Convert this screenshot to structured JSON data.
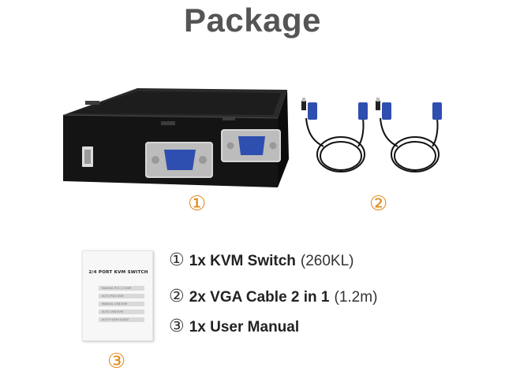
{
  "title": "Package",
  "markers": {
    "kvm": "①",
    "cables": "②",
    "manual": "③"
  },
  "manual_cover": {
    "title": "2/4 PORT KVM SWITCH",
    "lines": [
      "MANUAL PC1 / 2 KVM",
      "AUTO PS/2 KVM",
      "MANUAL USB KVM",
      "AUTO USB KVM",
      "AUTO+USB+AUDIO"
    ]
  },
  "items": [
    {
      "num": "①",
      "main": "1x KVM Switch",
      "extra": "(260KL)"
    },
    {
      "num": "②",
      "main": "2x VGA Cable 2 in 1",
      "extra": "(1.2m)"
    },
    {
      "num": "③",
      "main": "1x User Manual",
      "extra": ""
    }
  ],
  "colors": {
    "marker": "#e08a1e",
    "title": "#555555",
    "vga_blue": "#2e4fb0"
  }
}
